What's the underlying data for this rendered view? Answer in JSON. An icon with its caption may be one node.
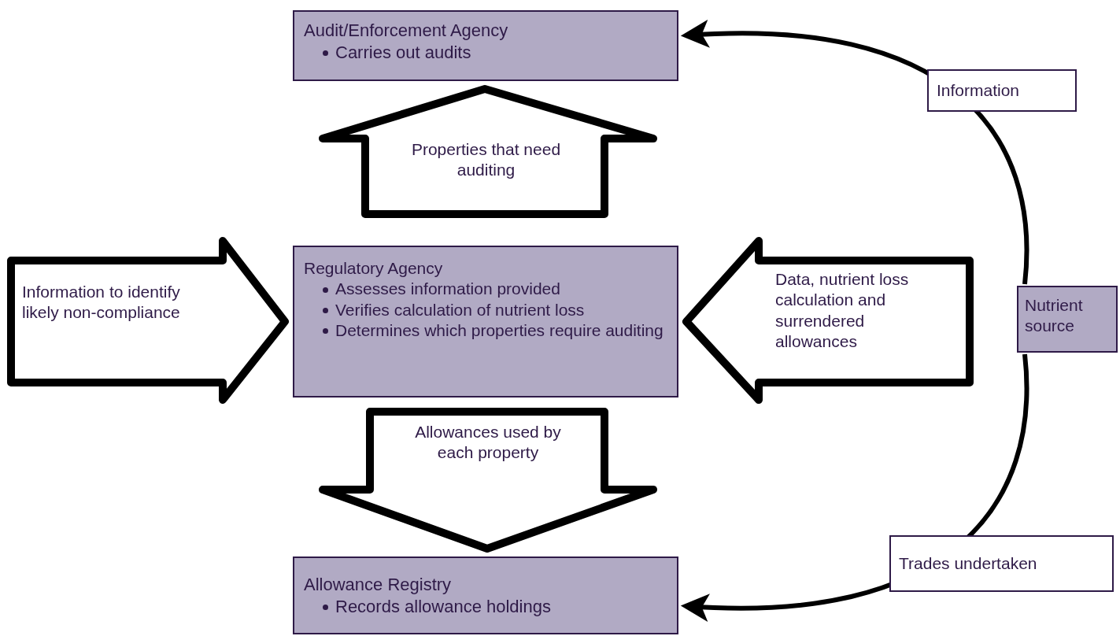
{
  "diagram": {
    "nodes": [
      {
        "text": [
          "Audit/Enforcement Agency",
          "Carries out audits"
        ]
      },
      {
        "text": [
          "Regulatory Agency",
          "Assesses information provided",
          "Verifies calculation of nutrient loss",
          "Determines which properties require auditing"
        ]
      },
      {
        "text": [
          "Allowance Registry",
          "Records allowance holdings"
        ]
      },
      {
        "text": [
          "Nutrient source"
        ]
      }
    ],
    "edges": [
      {
        "from": 1,
        "to": 0,
        "arrow": "to",
        "label": "Properties that need auditing",
        "style": "thick"
      },
      {
        "from": null,
        "to": 1,
        "arrow": "to",
        "label": "Information to identify likely non-compliance",
        "style": "thick"
      },
      {
        "from": null,
        "to": 1,
        "arrow": "to",
        "label": "Data, nutrient loss calculation and surrendered allowances",
        "style": "thick"
      },
      {
        "from": 1,
        "to": 2,
        "arrow": "to",
        "label": "Allowances used by each property",
        "style": "thick"
      },
      {
        "from": 3,
        "to": 0,
        "arrow": "to",
        "label": "Information"
      },
      {
        "from": 3,
        "to": 2,
        "arrow": "to",
        "label": "Trades undertaken"
      }
    ]
  }
}
